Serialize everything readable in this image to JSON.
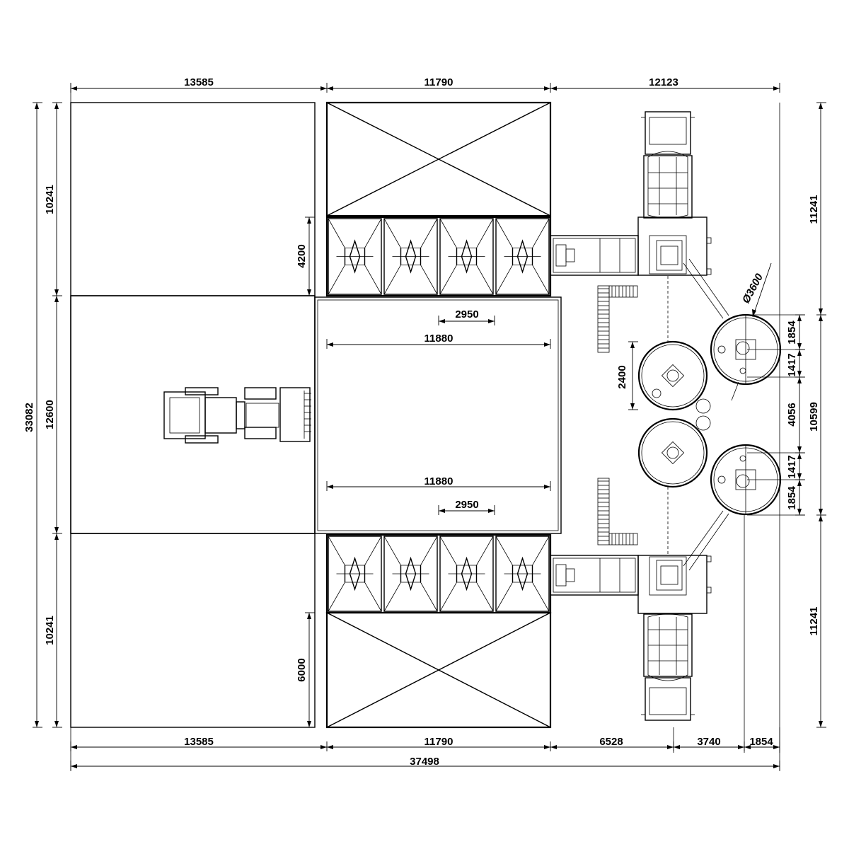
{
  "dimensions": {
    "top_left": "13585",
    "top_mid": "11790",
    "top_right": "12123",
    "bottom_left": "13585",
    "bottom_mid": "11790",
    "bottom_r1": "6528",
    "bottom_r2": "3740",
    "bottom_r3": "1854",
    "overall_width": "37498",
    "overall_height": "33082",
    "left_top": "10241",
    "left_mid": "12600",
    "left_bot": "10241",
    "bin_top_height": "4200",
    "bin_bot_height": "6000",
    "inner_width_top": "11880",
    "inner_width_bot": "11880",
    "bin_pitch_top": "2950",
    "bin_pitch_bot": "2950",
    "right_top": "11241",
    "right_mid": "10599",
    "right_bot": "11241",
    "silo_diameter": "Ø3600",
    "mixer_diameter": "2400",
    "silo_gap": "4056",
    "silo_r1": "1854",
    "silo_r2": "1417",
    "silo_r3": "1417",
    "silo_r4": "1854"
  }
}
